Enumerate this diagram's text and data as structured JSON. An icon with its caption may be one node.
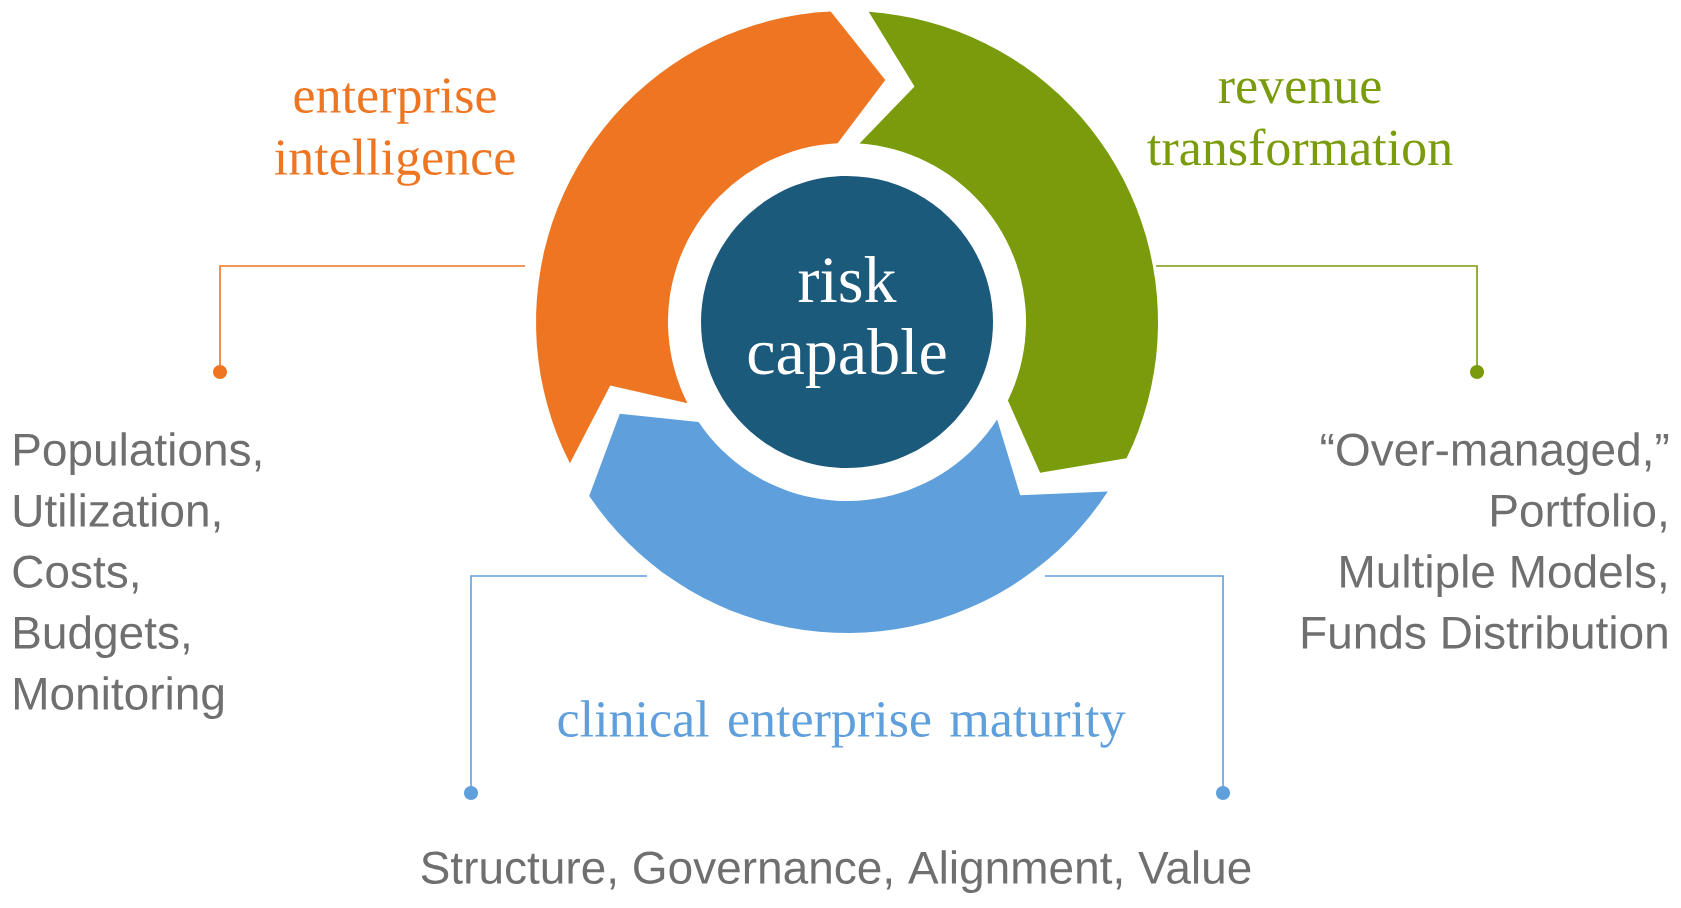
{
  "diagram": {
    "nodes": [
      {
        "text": [
          "risk capable"
        ]
      },
      {
        "text": [
          "enterprise intelligence"
        ]
      },
      {
        "text": [
          "revenue transformation"
        ]
      },
      {
        "text": [
          "clinical enterprise maturity"
        ]
      },
      {
        "text": [
          "Populations,",
          "Utilization,",
          "Costs,",
          "Budgets,",
          "Monitoring"
        ]
      },
      {
        "text": [
          "“Over-managed,”",
          "Portfolio,",
          "Multiple Models,",
          "Funds Distribution"
        ]
      },
      {
        "text": [
          "Structure, Governance, Alignment, Value"
        ]
      }
    ],
    "edges": [
      {
        "from": 1,
        "to": 4,
        "arrow": "other",
        "color": "#ee7623"
      },
      {
        "from": 2,
        "to": 5,
        "arrow": "other",
        "color": "#7a9c0c"
      },
      {
        "from": 3,
        "to": 6,
        "arrow": "other",
        "color": "#5fa0dc"
      },
      {
        "from": 3,
        "to": 6,
        "arrow": "other",
        "color": "#5fa0dc"
      }
    ]
  }
}
